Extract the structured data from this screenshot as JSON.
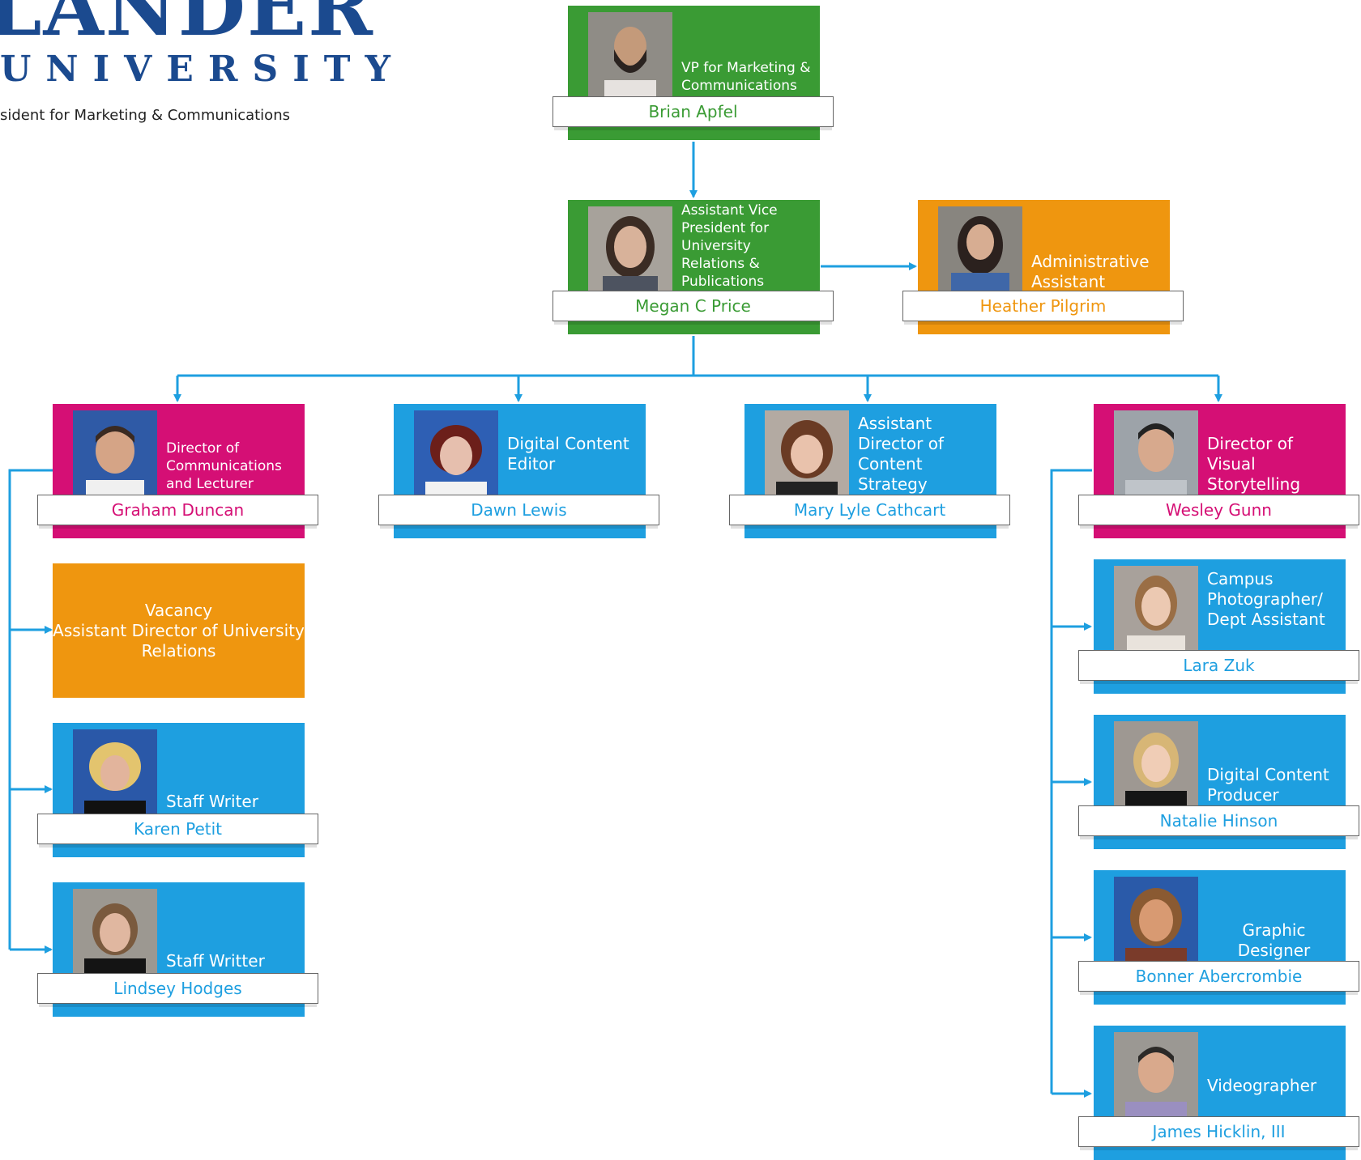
{
  "header": {
    "logo_line1": "LANDER",
    "logo_line2": "UNIVERSITY",
    "subtitle": "sident for Marketing & Communications"
  },
  "colors": {
    "green": "#3a9b34",
    "orange": "#ef960f",
    "pink": "#d50f75",
    "blue": "#1e9fe0",
    "connector": "#1e9fe0"
  },
  "org": {
    "vp": {
      "title": "VP for Marketing & Communications",
      "name": "Brian Apfel"
    },
    "avp": {
      "title": "Assistant Vice President for University Relations & Publications",
      "name": "Megan C Price"
    },
    "admin": {
      "title": "Administrative Assistant",
      "name": "Heather Pilgrim"
    },
    "comms": {
      "title": "Director of Communications and Lecturer",
      "name": "Graham Duncan"
    },
    "vacancy": {
      "label": "Vacancy",
      "title": "Assistant Director of University Relations"
    },
    "writer1": {
      "title": "Staff Writer",
      "name": "Karen Petit"
    },
    "writer2": {
      "title": "Staff Writter",
      "name": "Lindsey Hodges"
    },
    "editor": {
      "title": "Digital Content Editor",
      "name": "Dawn Lewis"
    },
    "strategy": {
      "title": "Assistant Director of Content Strategy",
      "name": "Mary Lyle Cathcart"
    },
    "visual": {
      "title": "Director of Visual Storytelling",
      "name": "Wesley Gunn"
    },
    "photographer": {
      "title": "Campus Photographer/ Dept Assistant",
      "name": "Lara Zuk"
    },
    "producer": {
      "title": "Digital Content Producer",
      "name": "Natalie Hinson"
    },
    "designer": {
      "title": "Graphic Designer",
      "name": "Bonner Abercrombie"
    },
    "videographer": {
      "title": "Videographer",
      "name": "James Hicklin, III"
    }
  }
}
